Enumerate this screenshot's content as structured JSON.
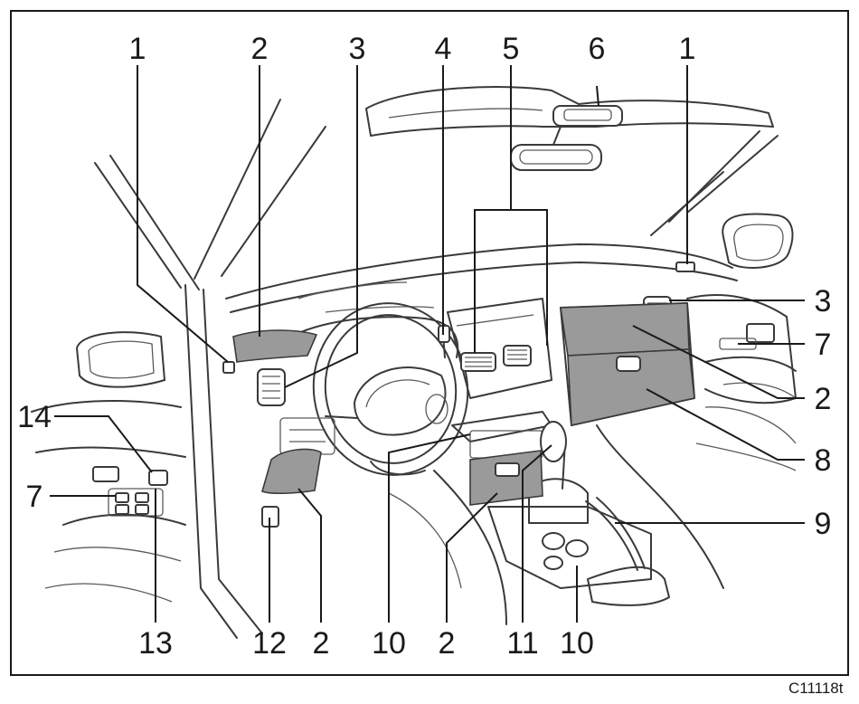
{
  "figure_code": "C11118t",
  "callouts": {
    "top_1_left": "1",
    "top_2": "2",
    "top_3": "3",
    "top_4": "4",
    "top_5": "5",
    "top_6": "6",
    "top_1_right": "1",
    "right_3": "3",
    "right_7": "7",
    "right_2": "2",
    "right_8": "8",
    "right_9": "9",
    "left_14": "14",
    "left_7": "7",
    "bottom_13": "13",
    "bottom_12": "12",
    "bottom_2_a": "2",
    "bottom_10_a": "10",
    "bottom_2_b": "2",
    "bottom_11": "11",
    "bottom_10_b": "10"
  }
}
